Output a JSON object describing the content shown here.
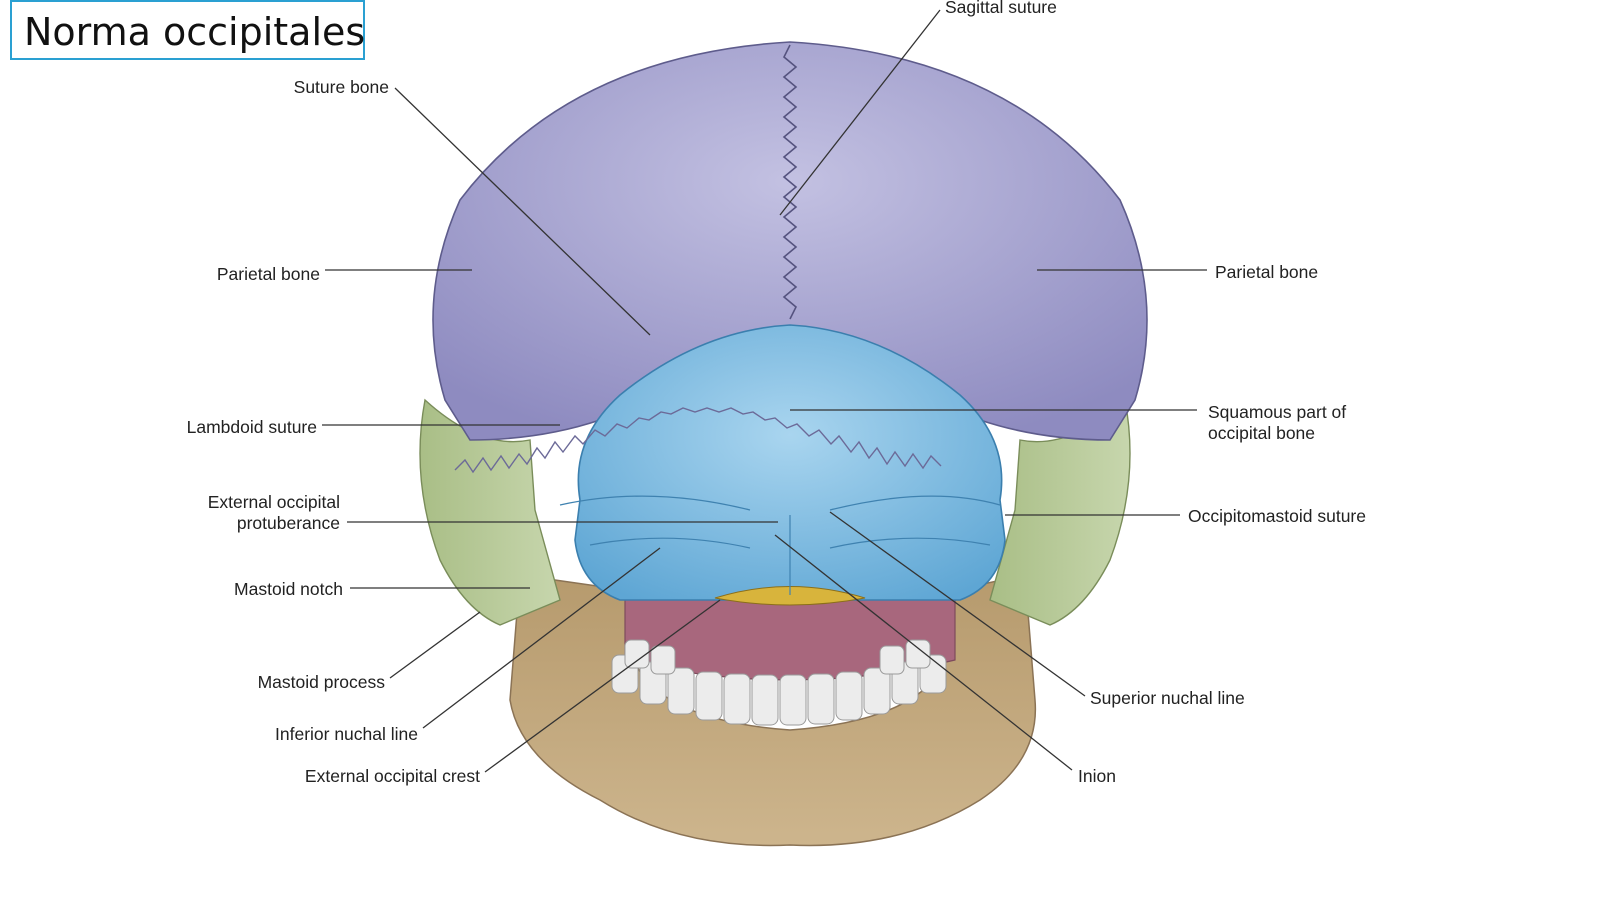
{
  "slide": {
    "title": "Norma occipitales"
  },
  "labels": {
    "sagittal_suture": "Sagittal suture",
    "suture_bone": "Suture bone",
    "parietal_bone_left": "Parietal bone",
    "parietal_bone_right": "Parietal bone",
    "lambdoid_suture": "Lambdoid suture",
    "squamous_line1": "Squamous part of",
    "squamous_line2": "occipital bone",
    "ext_occ_protuberance_line1": "External occipital",
    "ext_occ_protuberance_line2": "protuberance",
    "occipitomastoid_suture": "Occipitomastoid suture",
    "mastoid_notch": "Mastoid notch",
    "mastoid_process": "Mastoid process",
    "superior_nuchal_line": "Superior nuchal line",
    "inferior_nuchal_line": "Inferior nuchal line",
    "external_occipital_crest": "External occipital crest",
    "inion": "Inion"
  },
  "colors": {
    "parietal": "#a9a6d2",
    "occipital": "#8cc3e4",
    "temporal": "#b6c996",
    "mandible": "#c4aa80",
    "palate": "#a8677d",
    "teeth": "#e6e6e6",
    "foramen": "#d8b43c",
    "title_border": "#2aa0d2"
  }
}
